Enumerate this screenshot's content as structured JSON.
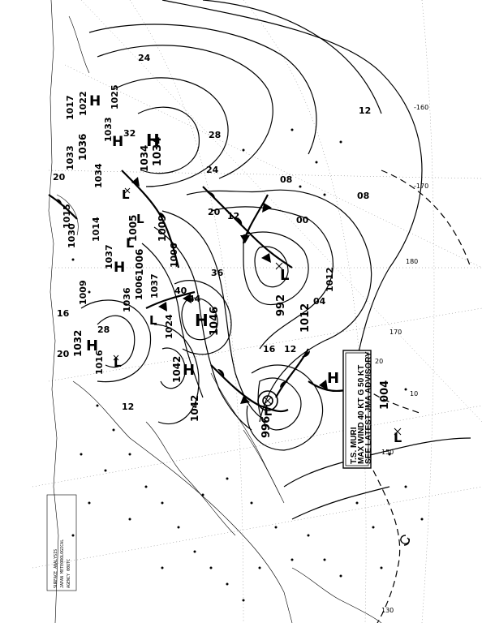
{
  "map": {
    "header_lines": [
      "SURFACE ANALYSIS",
      "JAPAN METEOROLOGICAL",
      "AGENCY 00UTC"
    ],
    "lat_long_labels": [
      "-160",
      "-170",
      "180",
      "170",
      "150",
      "130",
      "20",
      "10"
    ],
    "highs": [
      {
        "label": "H",
        "value": "1034"
      },
      {
        "label": "H",
        "value": "1036"
      },
      {
        "label": "H",
        "value": "1046"
      },
      {
        "label": "H",
        "value": "1042"
      },
      {
        "label": "H",
        "value": "1042"
      },
      {
        "label": "H",
        "value": "1032"
      },
      {
        "label": "H",
        "value": "1012"
      }
    ],
    "lows": [
      {
        "label": "L",
        "value": "992"
      },
      {
        "label": "L",
        "value": "996"
      },
      {
        "label": "L",
        "value": "1004"
      },
      {
        "label": "L",
        "value": "1005"
      },
      {
        "label": "L",
        "value": "1006"
      },
      {
        "label": "L",
        "value": "1009"
      }
    ],
    "isobar_values": [
      "1017",
      "1022",
      "1025",
      "1033",
      "1036",
      "1034",
      "1030",
      "1014",
      "1015",
      "1009",
      "1037",
      "1006",
      "1024",
      "1032",
      "1012",
      "12",
      "16",
      "20",
      "24",
      "28",
      "32",
      "36",
      "40",
      "44",
      "08",
      "04",
      "00"
    ],
    "advisory": {
      "line1": "T.S. MURI",
      "line2": "MAX WIND 40 KT G 50 KT",
      "line3": "SEE LATEST JMA ADVISORY"
    }
  }
}
